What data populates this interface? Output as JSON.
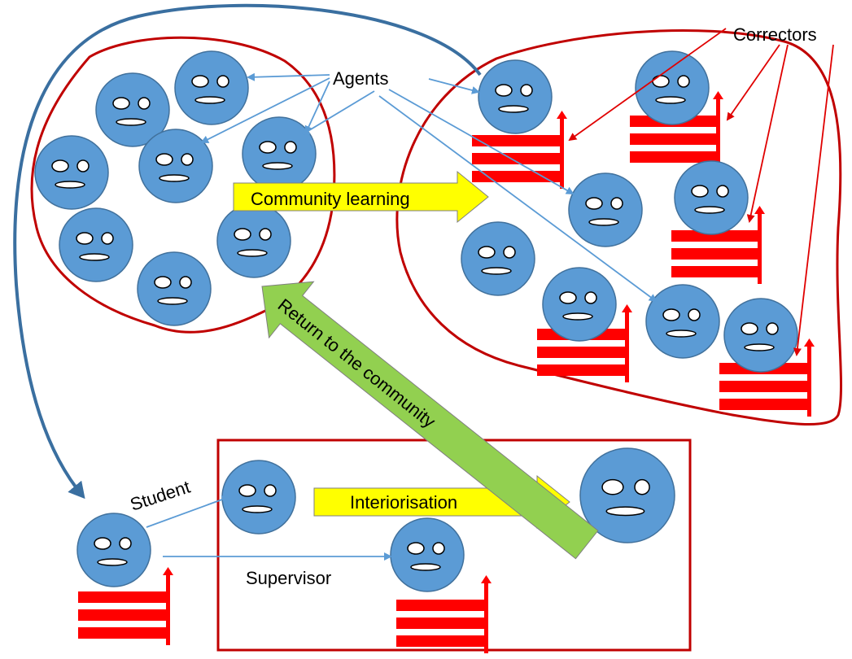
{
  "labels": {
    "agents": "Agents",
    "correctors": "Correctors",
    "community_learning": "Community learning",
    "return_to_community": "Return to the community",
    "interiorisation": "Interiorisation",
    "student": "Student",
    "supervisor": "Supervisor"
  },
  "colors": {
    "face": "#5b9bd5",
    "face_stroke": "#41719c",
    "region": "#c00000",
    "pointer_blue": "#5b9bd5",
    "pointer_red": "#e00000",
    "curve_blue": "#3a6fa0",
    "yellow_arrow": "#ffff00",
    "green_arrow": "#92d050",
    "stack": "#ff0000"
  }
}
